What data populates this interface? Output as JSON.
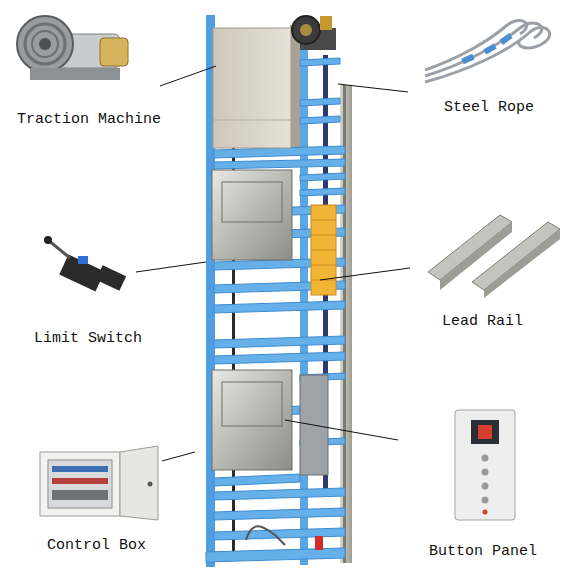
{
  "diagram": {
    "labels": [
      "Traction Machine",
      "Steel Rope",
      "Limit Switch",
      "Lead Rail",
      "Control Box",
      "Button Panel"
    ]
  }
}
